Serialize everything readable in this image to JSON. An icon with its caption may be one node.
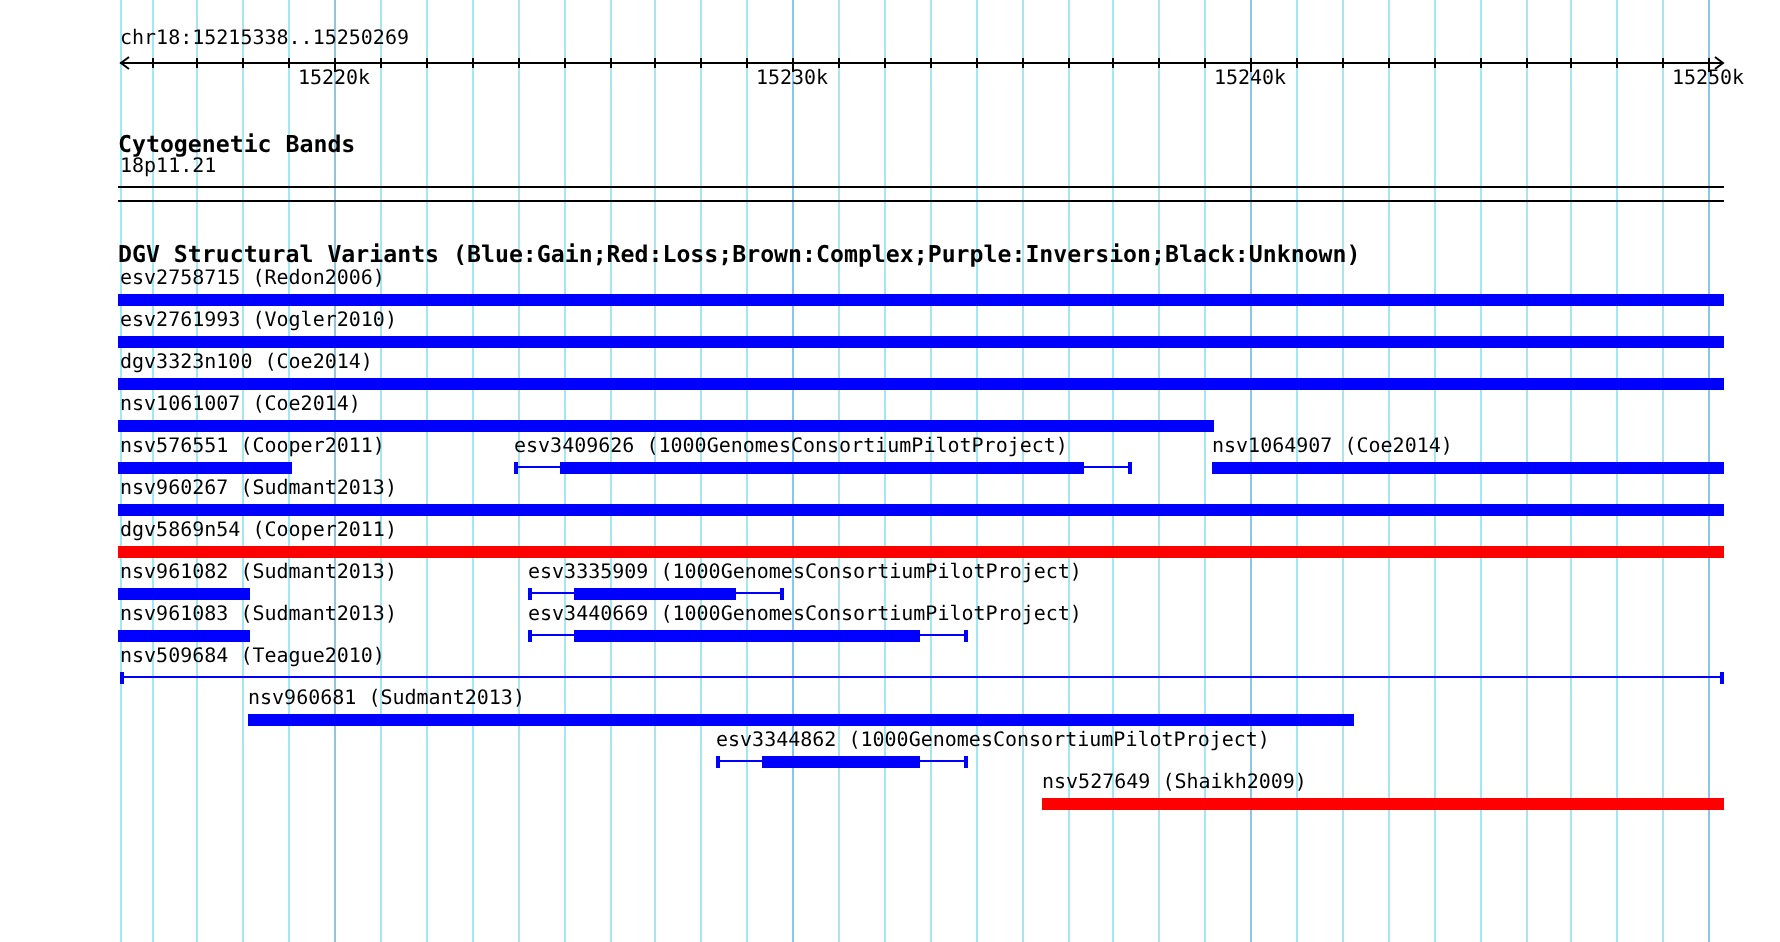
{
  "diagram": {
    "nodes": [
      {
        "text": [
          "18p11.21"
        ]
      },
      {
        "text": [
          "esv2758715 (Redon2006)"
        ]
      },
      {
        "text": [
          "esv2761993 (Vogler2010)"
        ]
      },
      {
        "text": [
          "dgv3323n100 (Coe2014)"
        ]
      },
      {
        "text": [
          "nsv1061007 (Coe2014)"
        ]
      },
      {
        "text": [
          "nsv576551 (Cooper2011)"
        ]
      },
      {
        "text": [
          "esv3409626 (1000GenomesConsortiumPilotProject)"
        ]
      },
      {
        "text": [
          "nsv1064907 (Coe2014)"
        ]
      },
      {
        "text": [
          "nsv960267 (Sudmant2013)"
        ]
      },
      {
        "text": [
          "dgv5869n54 (Cooper2011)"
        ]
      },
      {
        "text": [
          "nsv961082 (Sudmant2013)"
        ]
      },
      {
        "text": [
          "esv3335909 (1000GenomesConsortiumPilotProject)"
        ]
      },
      {
        "text": [
          "nsv961083 (Sudmant2013)"
        ]
      },
      {
        "text": [
          "esv3440669 (1000GenomesConsortiumPilotProject)"
        ]
      },
      {
        "text": [
          "nsv509684 (Teague2010)"
        ]
      },
      {
        "text": [
          "nsv960681 (Sudmant2013)"
        ]
      },
      {
        "text": [
          "esv3344862 (1000GenomesConsortiumPilotProject)"
        ]
      },
      {
        "text": [
          "nsv527649 (Shaikh2009)"
        ]
      }
    ],
    "labels": [
      "chr18:15215338..15250269",
      "15220k",
      "15230k",
      "15240k",
      "15250k",
      "Cytogenetic Bands",
      "DGV Structural Variants (Blue:Gain;Red:Loss;Brown:Complex;Purple:Inversion;Black:Unknown)"
    ]
  }
}
